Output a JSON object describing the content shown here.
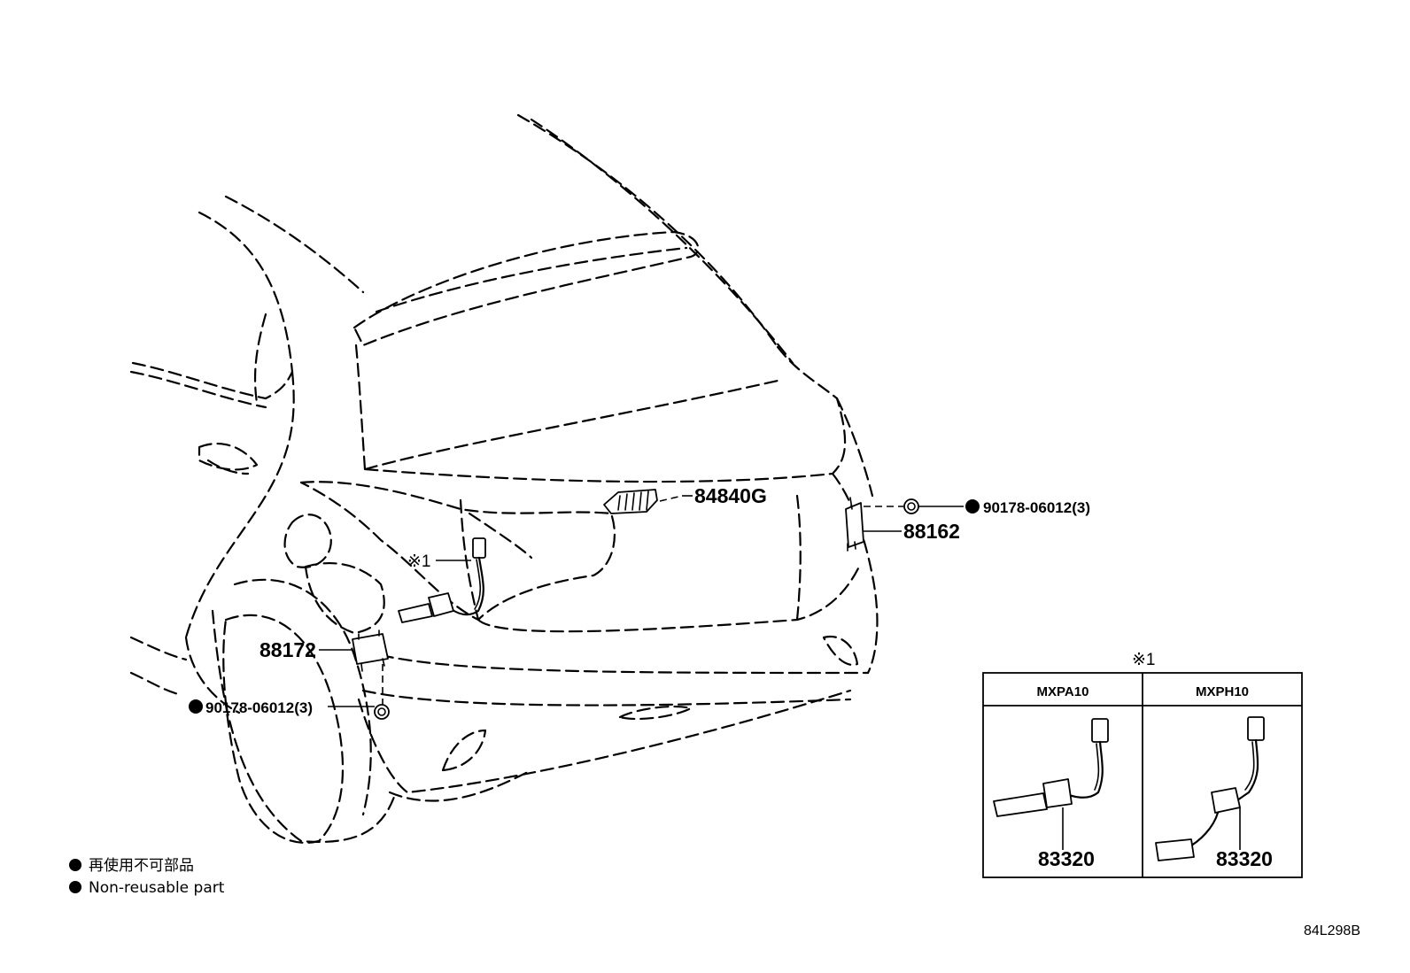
{
  "parts": {
    "light_84840G": "84840G",
    "bracket_88162": "88162",
    "bolt_right": "90178-06012(3)",
    "module_88172": "88172",
    "bolt_left": "90178-06012(3)",
    "note_marker": "※1"
  },
  "note_box": {
    "title": "※1",
    "columns": [
      {
        "header": "MXPA10",
        "part": "83320"
      },
      {
        "header": "MXPH10",
        "part": "83320"
      }
    ]
  },
  "legend": {
    "line1": "再使用不可部品",
    "line2": "Non-reusable part"
  },
  "diagram_code": "84L298B"
}
